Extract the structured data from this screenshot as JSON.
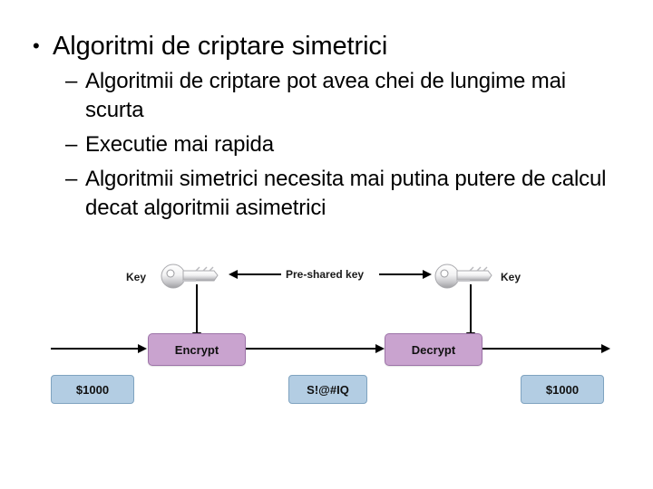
{
  "slide": {
    "bullets": [
      {
        "level": 1,
        "marker": "•",
        "text": "Algoritmi de criptare simetrici"
      },
      {
        "level": 2,
        "marker": "–",
        "text": "Algoritmii de criptare pot avea chei de lungime mai scurta"
      },
      {
        "level": 2,
        "marker": "–",
        "text": "Executie mai rapida"
      },
      {
        "level": 2,
        "marker": "–",
        "text": "Algoritmii simetrici necesita mai putina putere de calcul decat algoritmii asimetrici"
      }
    ]
  },
  "diagram": {
    "title": "symmetric-encryption-flow",
    "labels": {
      "key_left": "Key",
      "key_right": "Key",
      "pre_shared": "Pre-shared key"
    },
    "processes": [
      {
        "name": "encrypt",
        "label": "Encrypt"
      },
      {
        "name": "decrypt",
        "label": "Decrypt"
      }
    ],
    "data_boxes": [
      {
        "name": "plaintext-in",
        "label": "$1000"
      },
      {
        "name": "ciphertext",
        "label": "S!@#IQ"
      },
      {
        "name": "plaintext-out",
        "label": "$1000"
      }
    ],
    "icons": {
      "key": "key-icon"
    },
    "colors": {
      "process_fill": "#c9a3cf",
      "process_border": "#9d74a8",
      "data_fill": "#b3cde3",
      "data_border": "#7fa3c0",
      "line": "#000000",
      "key_metal": "#e9e9ea"
    }
  }
}
